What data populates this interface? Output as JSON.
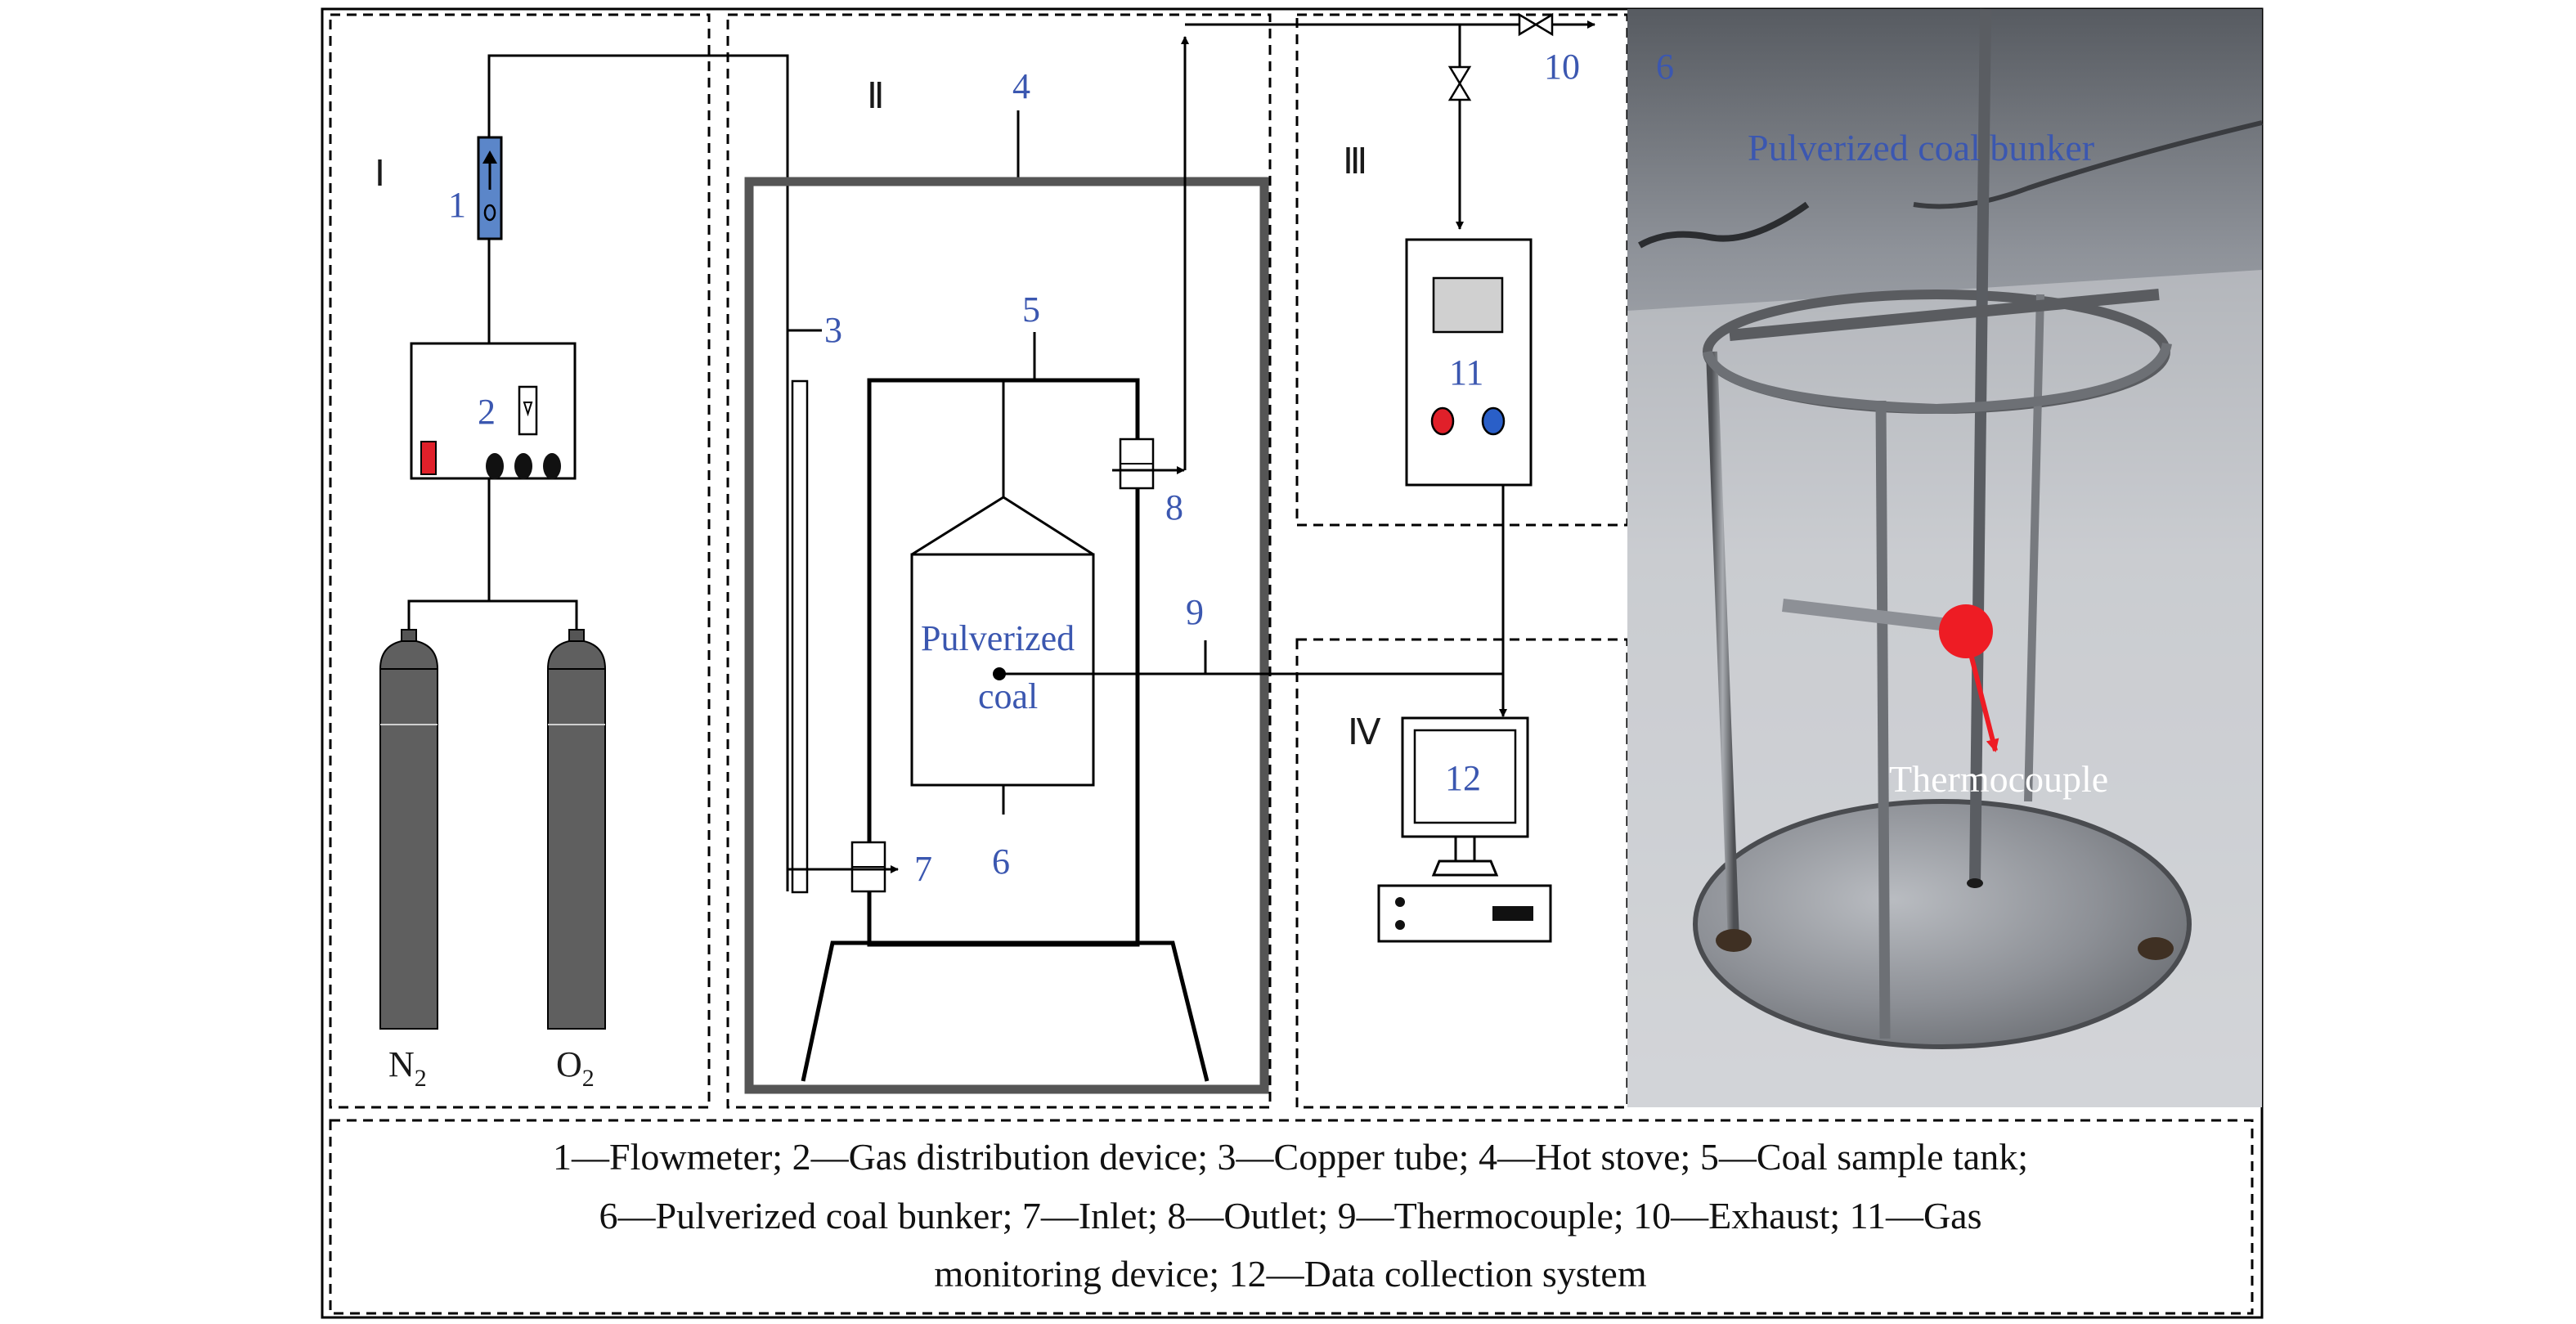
{
  "sections": {
    "I": "Ⅰ",
    "II": "Ⅱ",
    "III": "Ⅲ",
    "IV": "Ⅳ"
  },
  "numbers": {
    "n1": "1",
    "n2": "2",
    "n3": "3",
    "n4": "4",
    "n5": "5",
    "n6": "6",
    "n7": "7",
    "n8": "8",
    "n9": "9",
    "n10": "10",
    "n11": "11",
    "n12": "12",
    "n6_photo": "6"
  },
  "gases": {
    "n2_main": "N",
    "n2_sub": "2",
    "o2_main": "O",
    "o2_sub": "2"
  },
  "tank_text": {
    "line1": "Pulverized",
    "line2": "coal"
  },
  "photo": {
    "title": "Pulverized coal bunker",
    "thermocouple": "Thermocouple"
  },
  "caption": {
    "line1": "1—Flowmeter;  2—Gas distribution device;  3—Copper tube;  4—Hot stove;  5—Coal sample tank;",
    "line2": "6—Pulverized coal bunker;  7—Inlet;  8—Outlet;  9—Thermocouple;  10—Exhaust;  11—Gas",
    "line3": "monitoring device;   12—Data collection system"
  },
  "colors": {
    "label_blue": "#3b57b0",
    "flowmeter_blue": "#5b86c9",
    "cylinder_gray": "#5f5f5f",
    "indicator_red": "#e0202a",
    "indicator_blue": "#2a5fc8",
    "thermo_red": "#ee1c24"
  }
}
